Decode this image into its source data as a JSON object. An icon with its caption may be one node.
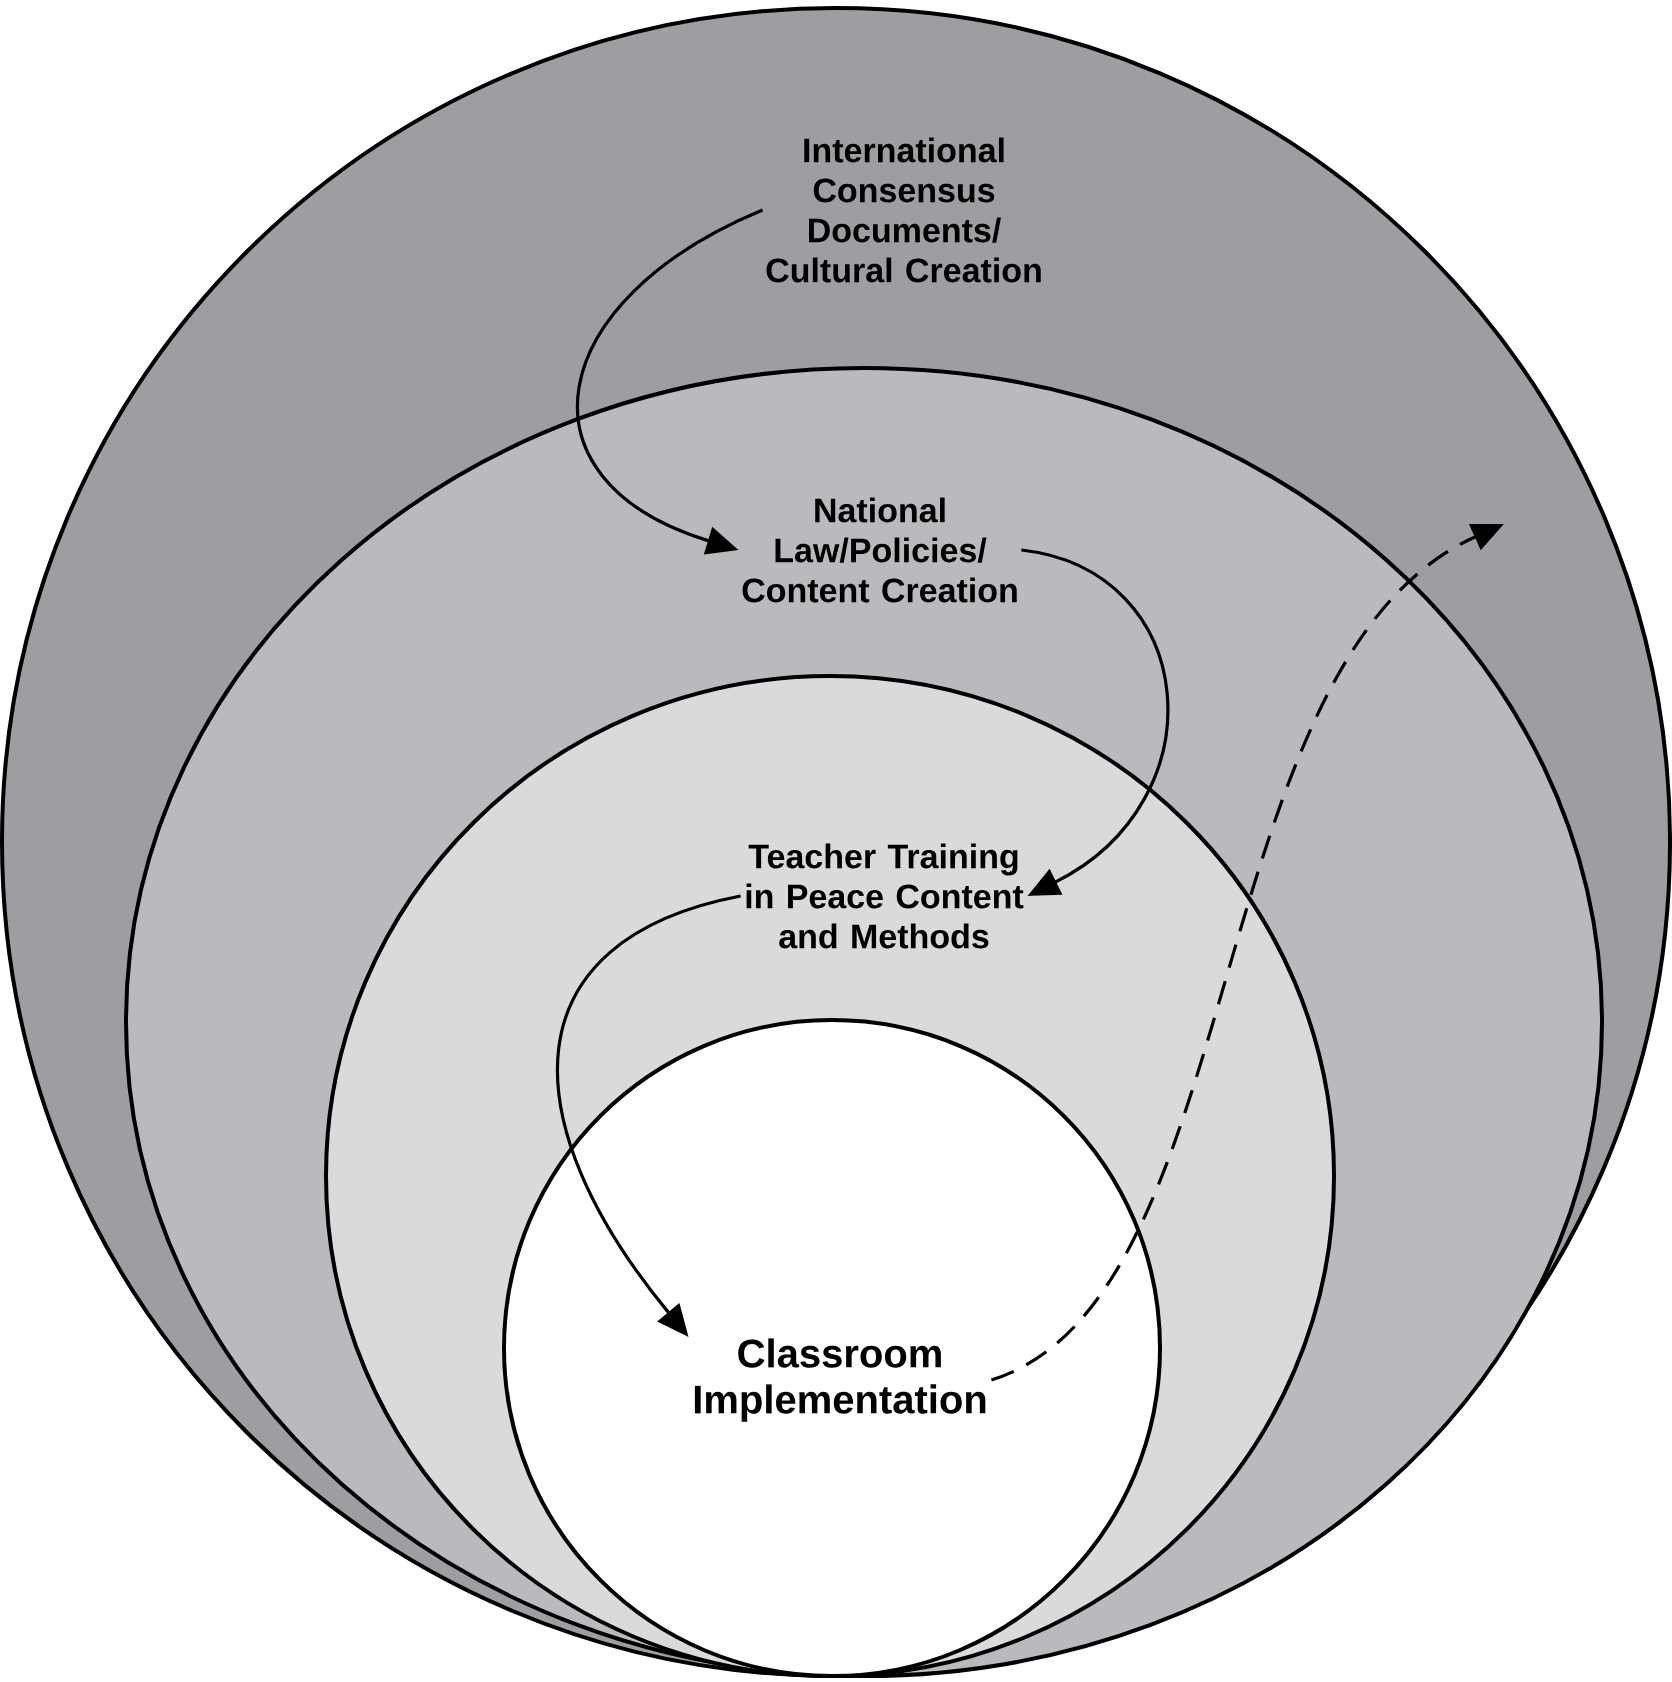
{
  "diagram": {
    "nodes": [
      {
        "text": [
          "International Consensus Documents/ Cultural Creation"
        ]
      },
      {
        "text": [
          "National Law/Policies/ Content Creation"
        ]
      },
      {
        "text": [
          "Teacher Training in Peace Content and Methods"
        ]
      },
      {
        "text": [
          "Classroom Implementation"
        ]
      }
    ],
    "edges": [
      {
        "from": 0,
        "to": 1,
        "arrow": "to"
      },
      {
        "from": 1,
        "to": 2,
        "arrow": "to"
      },
      {
        "from": 2,
        "to": 3,
        "arrow": "to"
      },
      {
        "from": 3,
        "to": null,
        "arrow": "to",
        "style": "dashed"
      }
    ]
  }
}
